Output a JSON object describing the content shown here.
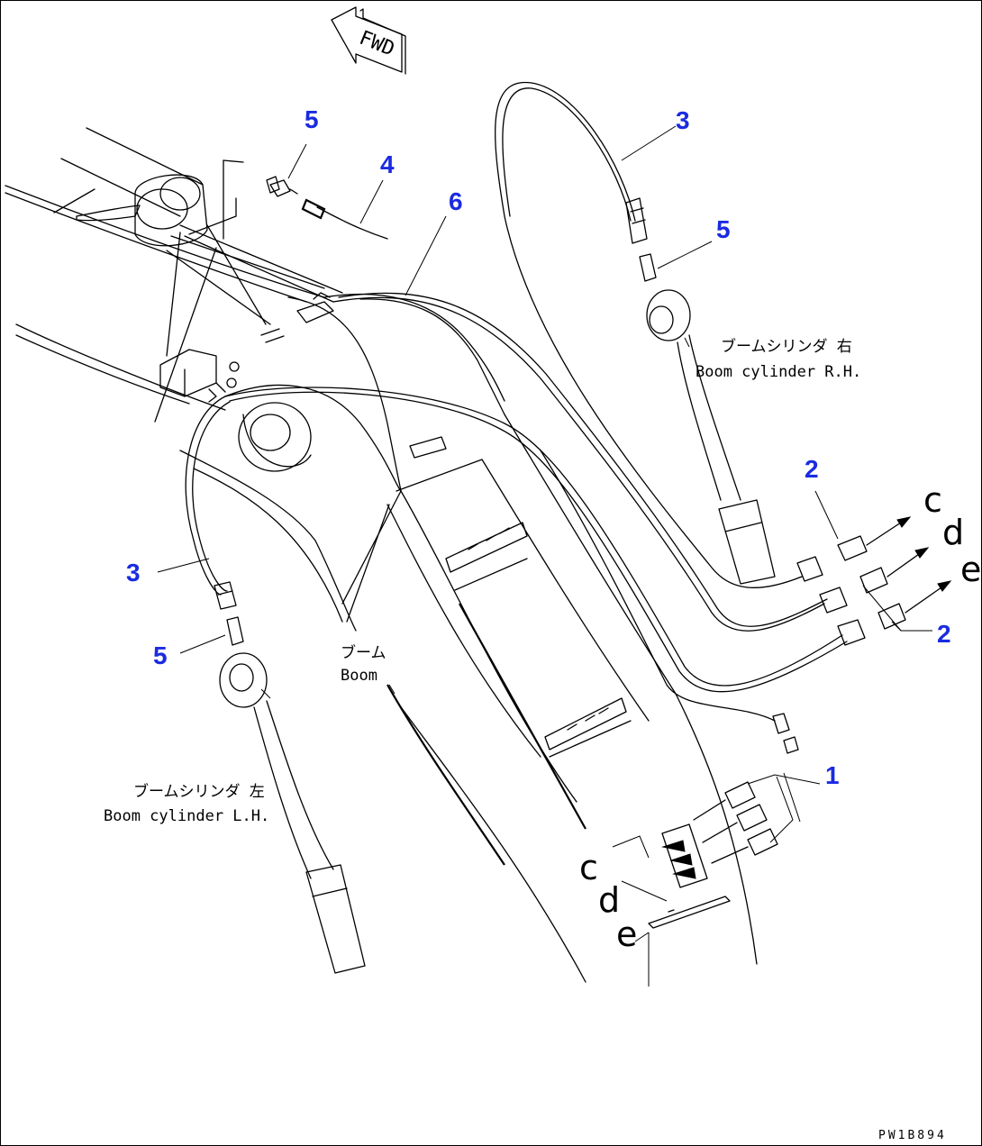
{
  "diagram": {
    "direction_label": "FWD",
    "callouts": {
      "c1": "1",
      "c2a": "2",
      "c2b": "2",
      "c3a": "3",
      "c3b": "3",
      "c4": "4",
      "c5a": "5",
      "c5b": "5",
      "c5c": "5",
      "c6": "6"
    },
    "labels": {
      "boom_cyl_rh_jp": "ブームシリンダ 右",
      "boom_cyl_rh_en": "Boom cylinder R.H.",
      "boom_cyl_lh_jp": "ブームシリンダ 左",
      "boom_cyl_lh_en": "Boom cylinder L.H.",
      "boom_jp": "ブーム",
      "boom_en": "Boom"
    },
    "connection_letters": {
      "top_c": "c",
      "top_d": "d",
      "top_e": "e",
      "bottom_c": "c",
      "bottom_d": "d",
      "bottom_e": "e"
    },
    "drawing_code": "PW1B894",
    "colors": {
      "callout": "#1a2be0",
      "line": "#000000",
      "background": "#ffffff"
    }
  }
}
